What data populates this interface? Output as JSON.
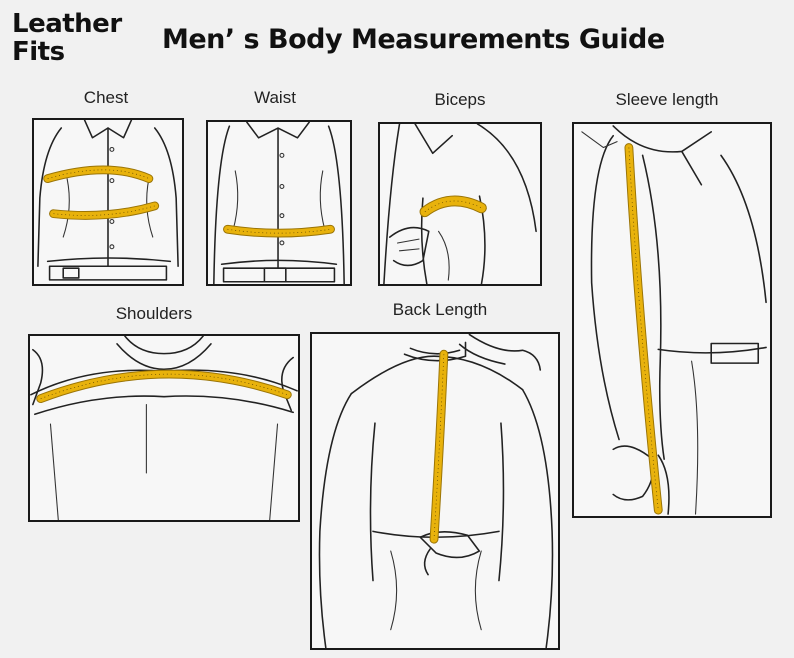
{
  "brand": {
    "line1": "Leather",
    "line2": "Fits"
  },
  "title": "Men’ s Body Measurements Guide",
  "panels": {
    "chest": "Chest",
    "waist": "Waist",
    "biceps": "Biceps",
    "sleeve": "Sleeve length",
    "shoulders": "Shoulders",
    "back": "Back Length"
  },
  "colors": {
    "tape": "#e8b20c",
    "line_art": "#222222",
    "background": "#f1f1f1"
  }
}
